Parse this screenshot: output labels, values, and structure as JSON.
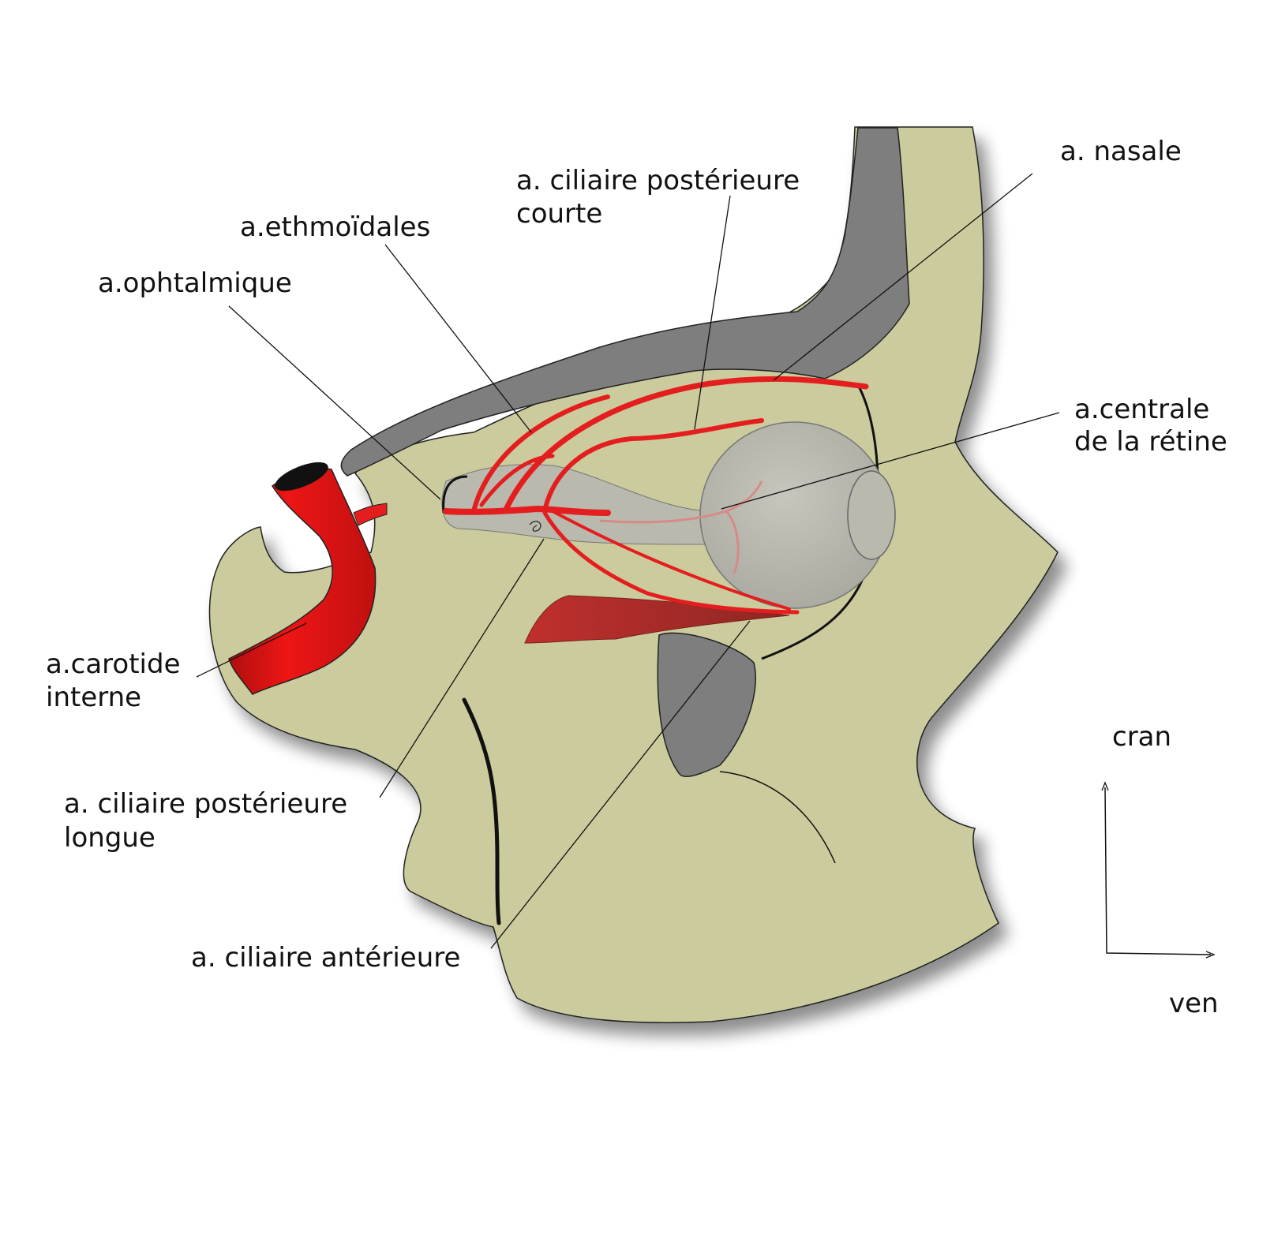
{
  "labels": {
    "ophtalmique": "a.ophtalmique",
    "ethmoidales": "a.ethmoïdales",
    "ciliaire_post_courte_1": "a. ciliaire postérieure",
    "ciliaire_post_courte_2": "courte",
    "nasale": "a. nasale",
    "centrale_1": "a.centrale",
    "centrale_2": "de la rétine",
    "carotide_1": "a.carotide",
    "carotide_2": "interne",
    "ciliaire_post_longue_1": "a. ciliaire postérieure",
    "ciliaire_post_longue_2": "longue",
    "ciliaire_anterieure": "a. ciliaire antérieure"
  },
  "orientation": {
    "up": "cran",
    "right": "ven"
  },
  "colors": {
    "tissue": "#cbcb9d",
    "bone": "#7e7e7e",
    "artery": "#e41e1e",
    "eye": "#b9b9ae",
    "muscle": "#a8302e"
  }
}
